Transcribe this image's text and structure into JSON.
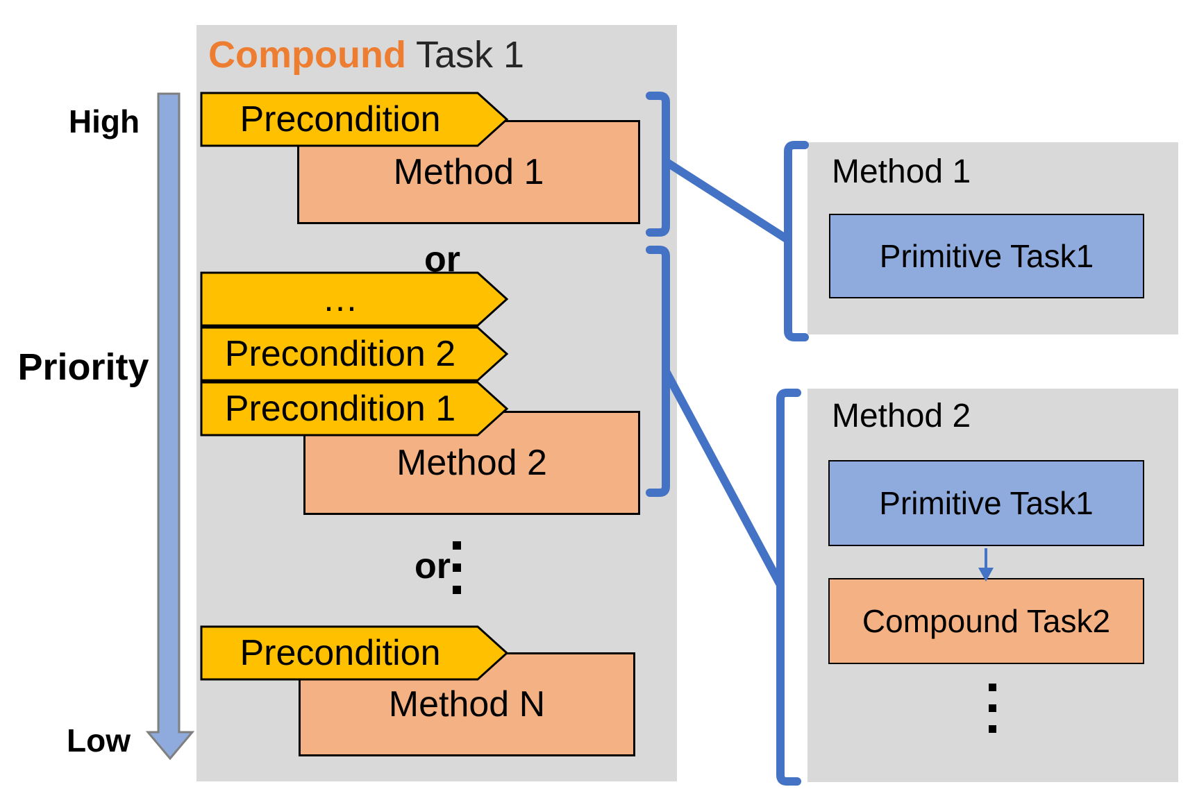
{
  "diagram": {
    "title": {
      "highlight": "Compound",
      "rest": "Task 1"
    },
    "priority_axis": {
      "high_label": "High",
      "axis_label": "Priority",
      "low_label": "Low"
    },
    "compound_task": {
      "groups": [
        {
          "preconditions": [
            "Precondition"
          ],
          "method": "Method 1"
        },
        {
          "preconditions": [
            "…",
            "Precondition 2",
            "Precondition 1"
          ],
          "method": "Method 2"
        },
        {
          "preconditions": [
            "Precondition"
          ],
          "method": "Method N"
        }
      ],
      "or_label_1": "or",
      "or_label_2": "or",
      "ellipsis": "⋮"
    },
    "method_panels": [
      {
        "title": "Method 1",
        "tasks": [
          {
            "label": "Primitive Task1",
            "type": "primitive"
          }
        ]
      },
      {
        "title": "Method 2",
        "tasks": [
          {
            "label": "Primitive Task1",
            "type": "primitive"
          },
          {
            "label": "Compound Task2",
            "type": "compound"
          }
        ],
        "ellipsis": "⋮"
      }
    ],
    "colors": {
      "panel_background": "#D9D9D9",
      "precondition_fill": "#FFC000",
      "method_fill": "#F4B183",
      "primitive_fill": "#8FAADC",
      "connector_blue": "#4472C4",
      "priority_arrow_fill": "#8FAADC",
      "priority_arrow_border": "#7F7F7F",
      "title_highlight": "#ED7D31",
      "outline_black": "#000000"
    }
  }
}
